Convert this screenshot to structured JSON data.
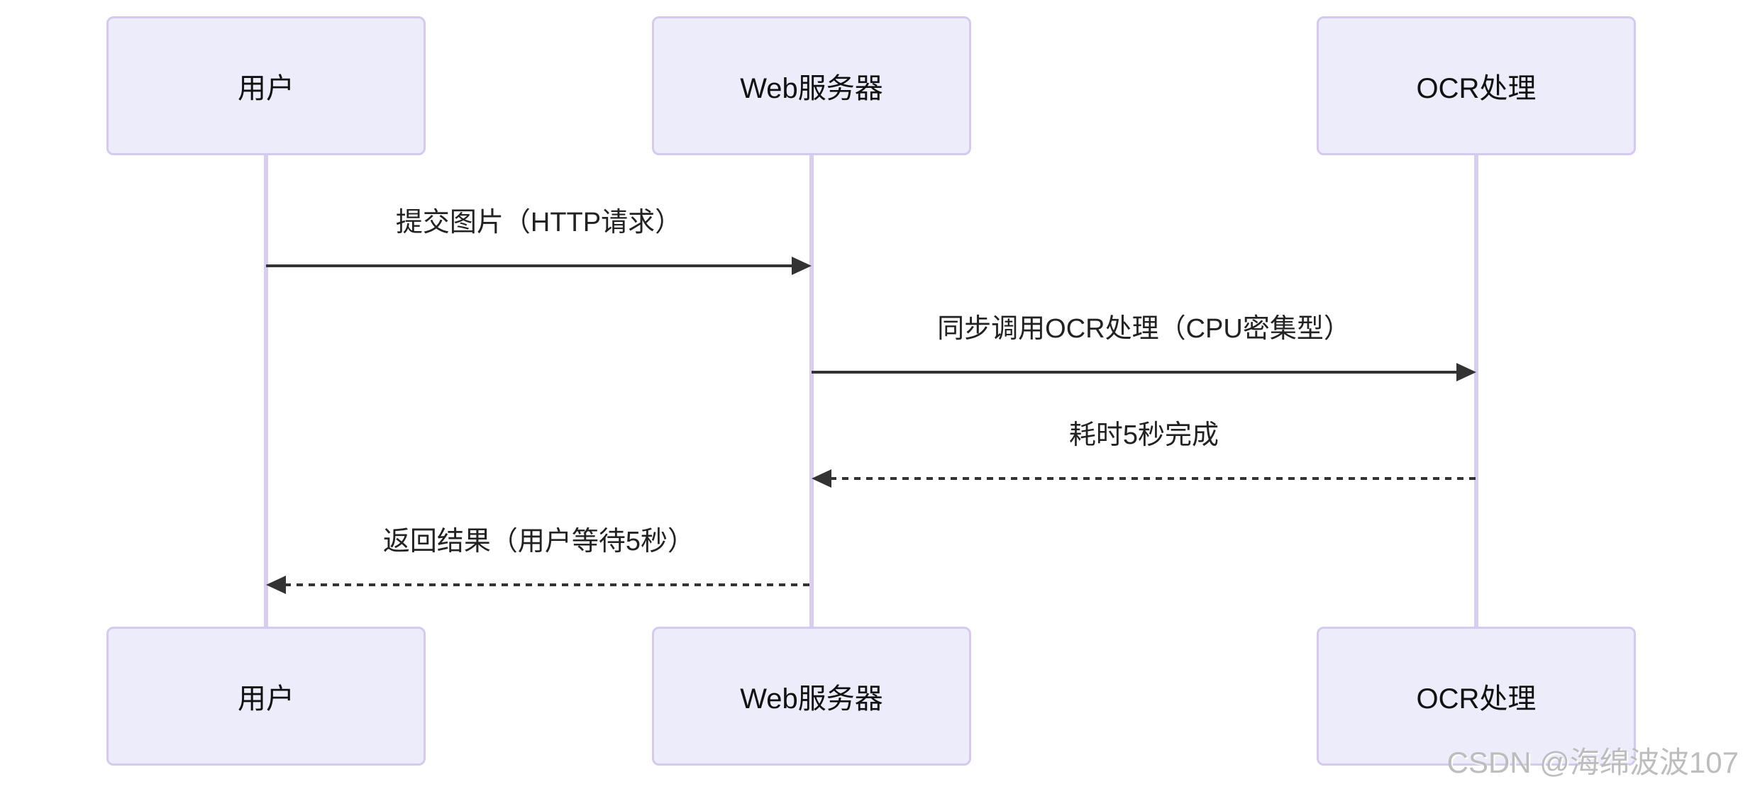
{
  "diagram": {
    "type": "sequence-diagram",
    "background": "#ffffff",
    "colors": {
      "actor_fill": "#ececfb",
      "actor_border": "#d6c9ef",
      "lifeline": "#d8cff0",
      "message_line": "#333333",
      "text": "#222222",
      "watermark": "#b9b9b9"
    },
    "actors": [
      {
        "id": "user",
        "label": "用户"
      },
      {
        "id": "web-server",
        "label": "Web服务器"
      },
      {
        "id": "ocr",
        "label": "OCR处理"
      }
    ],
    "messages": [
      {
        "from": "用户",
        "to": "Web服务器",
        "label": "提交图片（HTTP请求）",
        "style": "solid",
        "direction": "right"
      },
      {
        "from": "Web服务器",
        "to": "OCR处理",
        "label": "同步调用OCR处理（CPU密集型）",
        "style": "solid",
        "direction": "right"
      },
      {
        "from": "OCR处理",
        "to": "Web服务器",
        "label": "耗时5秒完成",
        "style": "dashed",
        "direction": "left"
      },
      {
        "from": "Web服务器",
        "to": "用户",
        "label": "返回结果（用户等待5秒）",
        "style": "dashed",
        "direction": "left"
      }
    ],
    "watermark": "CSDN @海绵波波107"
  }
}
